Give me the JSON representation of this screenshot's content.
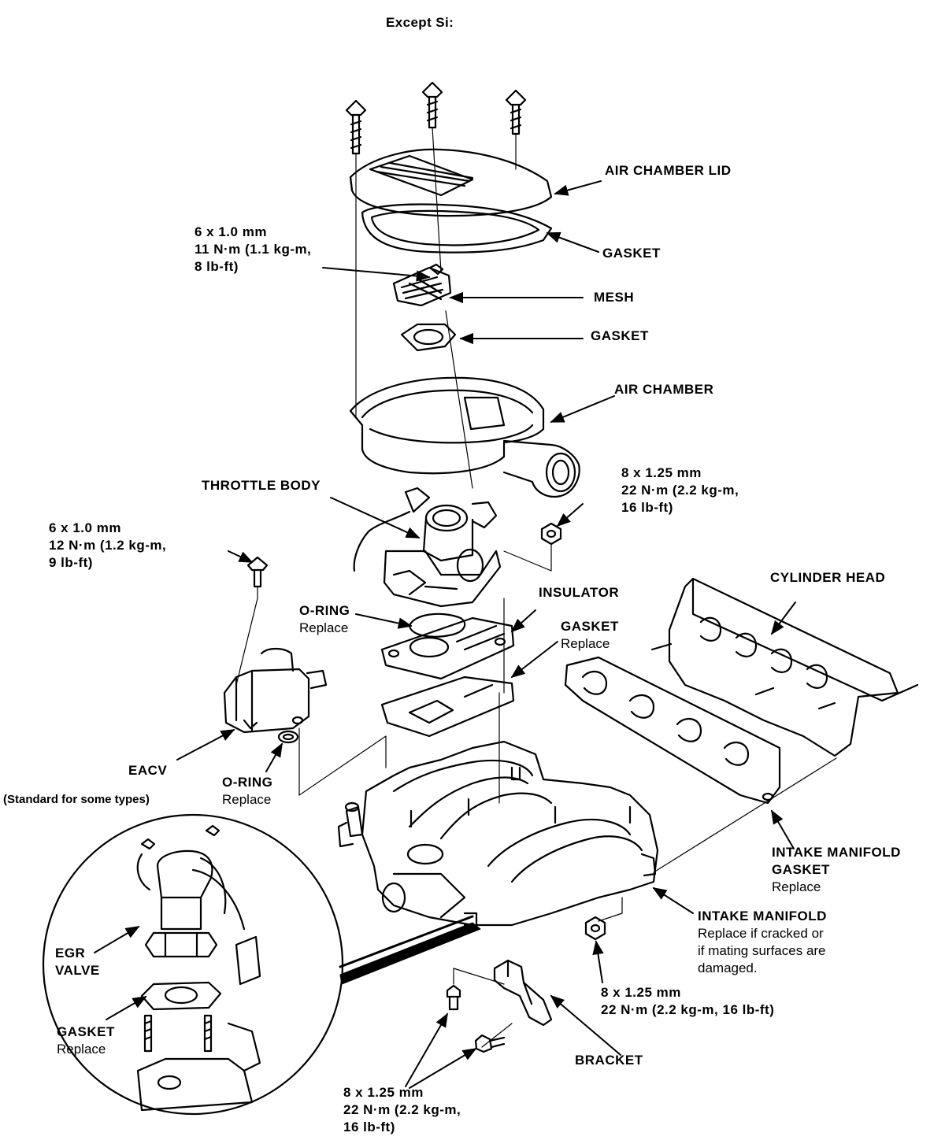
{
  "title": "Except Si:",
  "inset_note": "(Standard for some types)",
  "labels": {
    "air_chamber_lid": "AIR CHAMBER LID",
    "gasket_top": "GASKET",
    "mesh": "MESH",
    "gasket_mid": "GASKET",
    "air_chamber": "AIR CHAMBER",
    "throttle_body": "THROTTLE BODY",
    "insulator": "INSULATOR",
    "oring_upper": "O-RING",
    "oring_upper_note": "Replace",
    "gasket_lower": "GASKET",
    "gasket_lower_note": "Replace",
    "cylinder_head": "CYLINDER HEAD",
    "eacv": "EACV",
    "oring_lower": "O-RING",
    "oring_lower_note": "Replace",
    "intake_gasket_line1": "INTAKE MANIFOLD",
    "intake_gasket_line2": "GASKET",
    "intake_gasket_note": "Replace",
    "intake_manifold": "INTAKE MANIFOLD",
    "intake_manifold_note1": "Replace if cracked or",
    "intake_manifold_note2": "if mating surfaces are",
    "intake_manifold_note3": "damaged.",
    "egr_line1": "EGR",
    "egr_line2": "VALVE",
    "gasket_egr": "GASKET",
    "gasket_egr_note": "Replace",
    "bracket": "BRACKET"
  },
  "torque": {
    "lid_bolt": [
      "6 x 1.0 mm",
      "11 N·m (1.1 kg-m,",
      "8 lb-ft)"
    ],
    "throttle_nut": [
      "8 x 1.25 mm",
      "22 N·m (2.2 kg-m,",
      "16 lb-ft)"
    ],
    "eacv_bolt": [
      "6 x 1.0 mm",
      "12 N·m (1.2 kg-m,",
      "9 lb-ft)"
    ],
    "manifold_nut": [
      "8 x 1.25 mm",
      "22 N·m (2.2 kg-m, 16 lb-ft)"
    ],
    "bracket_bolt": [
      "8 x 1.25 mm",
      "22 N·m (2.2 kg-m,",
      "16 lb-ft)"
    ]
  }
}
